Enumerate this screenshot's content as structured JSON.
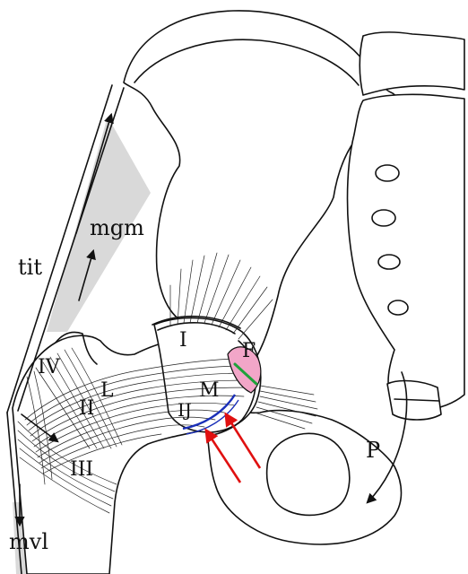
{
  "labels": {
    "tit": "tit",
    "mgm": "mgm",
    "mvl": "mvl",
    "I": "I",
    "II": "II",
    "III": "III",
    "IV": "IV",
    "L": "L",
    "M": "M",
    "IJ": "IJ",
    "F": "F",
    "P": "P"
  },
  "colors": {
    "muscle_shade": "#d9d9d9",
    "force_arrows": "#e01010",
    "cartilage_arc": "#1a2fb8",
    "fovea_fill": "#f2a6c8",
    "ligament_stripe": "#1fa23a"
  }
}
